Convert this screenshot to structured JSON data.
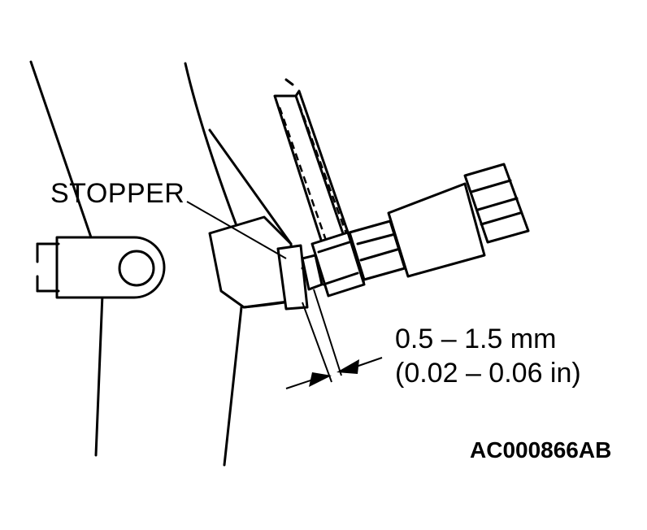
{
  "figure": {
    "labels": {
      "stopper": "STOPPER",
      "clearance_mm": "0.5 – 1.5 mm",
      "clearance_in": "(0.02 – 0.06 in)",
      "figure_code": "AC000866AB"
    }
  }
}
